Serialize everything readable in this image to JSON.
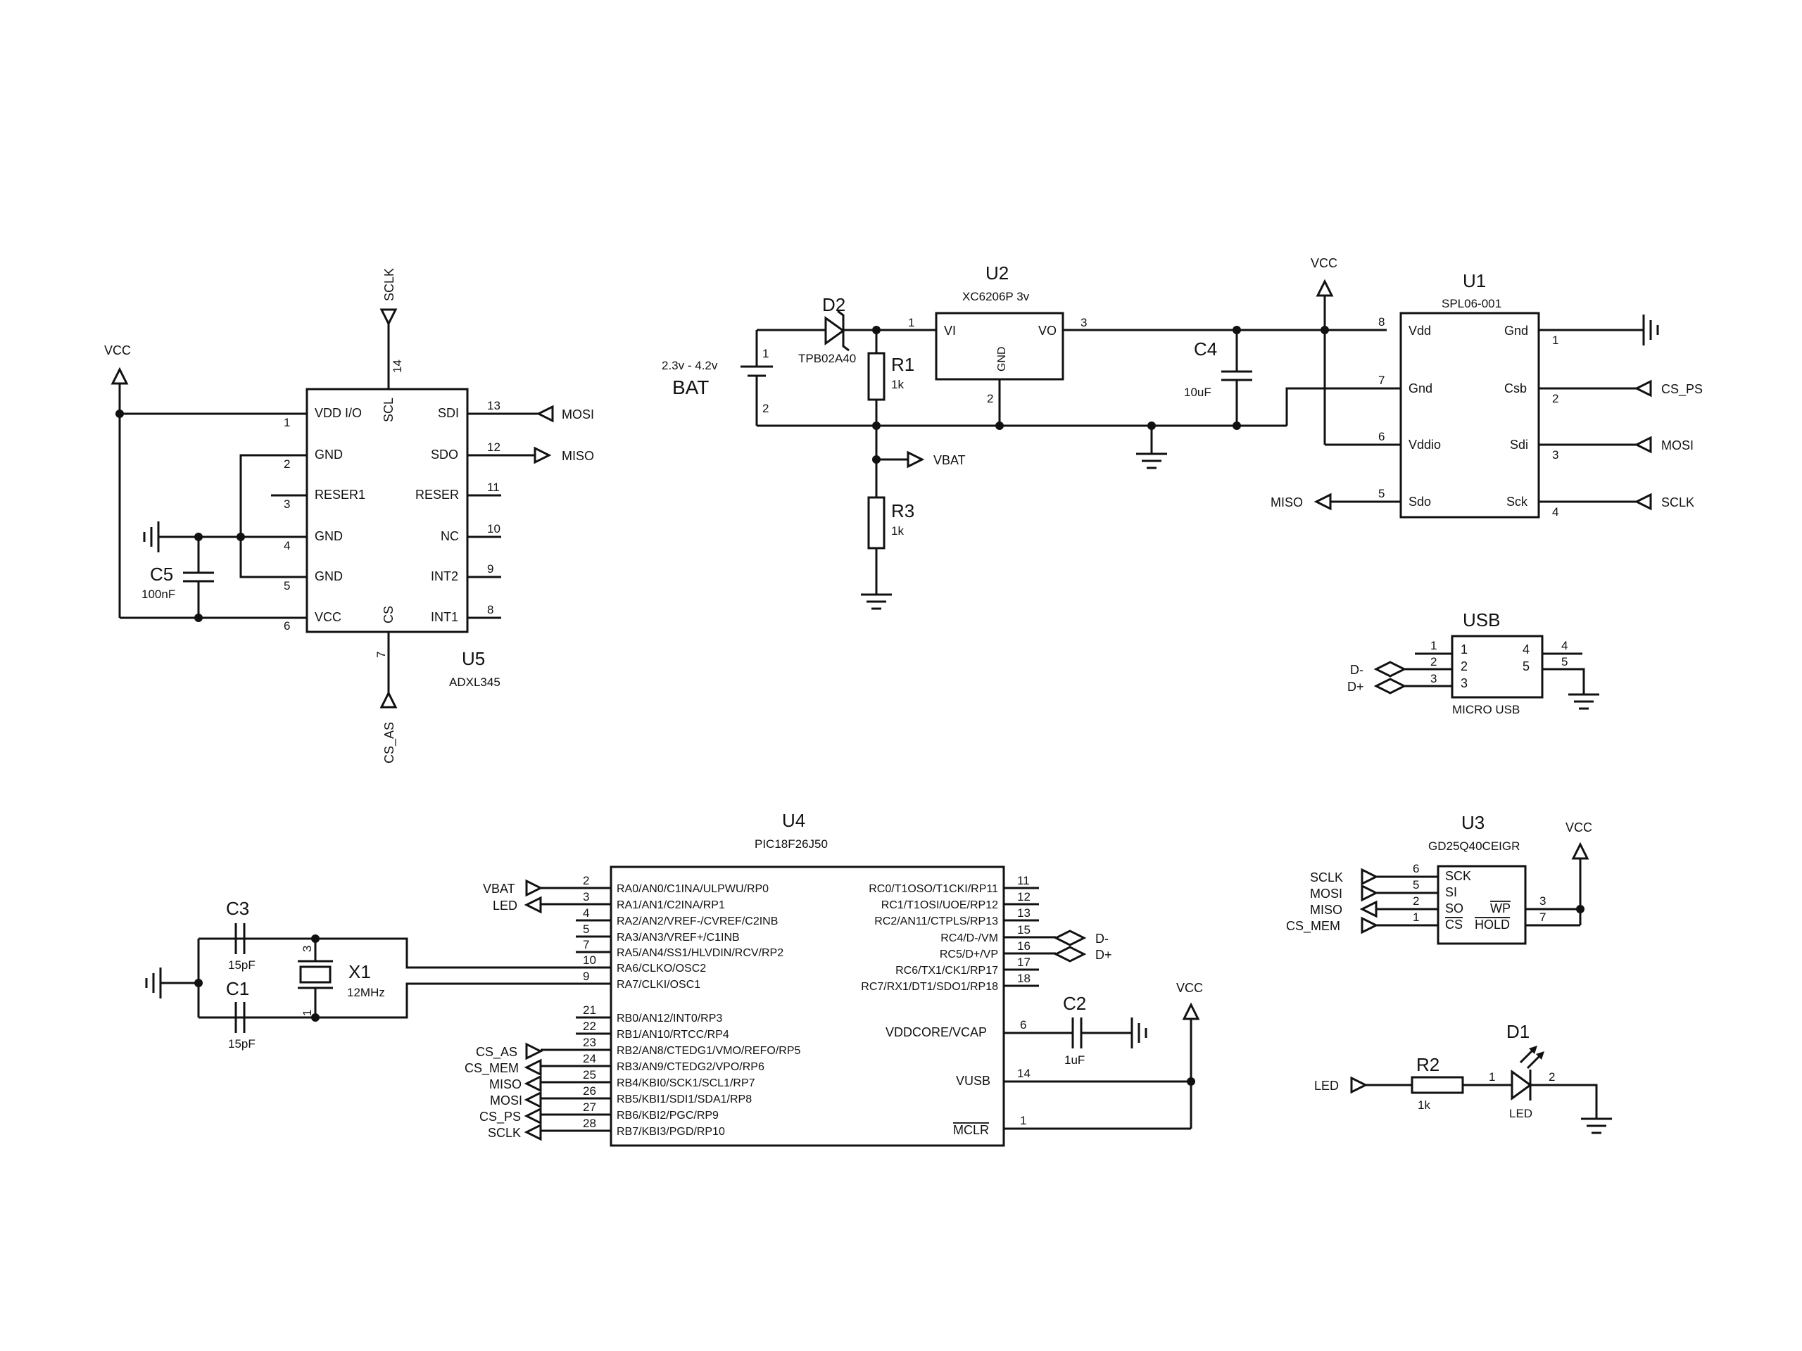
{
  "u2": {
    "ref": "U2",
    "part": "XC6206P 3v",
    "vi": "VI",
    "vo": "VO",
    "gnd": "GND"
  },
  "u1": {
    "ref": "U1",
    "part": "SPL06-001",
    "vdd": "Vdd",
    "gnd_l": "Gnd",
    "vddio": "Vddio",
    "sdo": "Sdo",
    "gnd_r": "Gnd",
    "csb": "Csb",
    "sdi": "Sdi",
    "sck": "Sck"
  },
  "u5": {
    "ref": "U5",
    "part": "ADXL345",
    "vddio": "VDD I/O",
    "gnd": "GND",
    "reser1": "RESER1",
    "vcc": "VCC",
    "scl": "SCL",
    "cs": "CS",
    "sdi": "SDI",
    "sdo": "SDO",
    "reser": "RESER",
    "nc": "NC",
    "int2": "INT2",
    "int1": "INT1"
  },
  "u4": {
    "ref": "U4",
    "part": "PIC18F26J50",
    "left_pins": [
      {
        "num": "2",
        "name": "RA0/AN0/C1INA/ULPWU/RP0"
      },
      {
        "num": "3",
        "name": "RA1/AN1/C2INA/RP1"
      },
      {
        "num": "4",
        "name": "RA2/AN2/VREF-/CVREF/C2INB"
      },
      {
        "num": "5",
        "name": "RA3/AN3/VREF+/C1INB"
      },
      {
        "num": "7",
        "name": "RA5/AN4/SS1/HLVDIN/RCV/RP2"
      },
      {
        "num": "10",
        "name": "RA6/CLKO/OSC2"
      },
      {
        "num": "9",
        "name": "RA7/CLKI/OSC1"
      },
      {
        "num": "21",
        "name": "RB0/AN12/INT0/RP3"
      },
      {
        "num": "22",
        "name": "RB1/AN10/RTCC/RP4"
      },
      {
        "num": "23",
        "name": "RB2/AN8/CTEDG1/VMO/REFO/RP5"
      },
      {
        "num": "24",
        "name": "RB3/AN9/CTEDG2/VPO/RP6"
      },
      {
        "num": "25",
        "name": "RB4/KBI0/SCK1/SCL1/RP7"
      },
      {
        "num": "26",
        "name": "RB5/KBI1/SDI1/SDA1/RP8"
      },
      {
        "num": "27",
        "name": "RB6/KBI2/PGC/RP9"
      },
      {
        "num": "28",
        "name": "RB7/KBI3/PGD/RP10"
      }
    ],
    "right_pins": [
      {
        "num": "11",
        "name": "RC0/T1OSO/T1CKI/RP11"
      },
      {
        "num": "12",
        "name": "RC1/T1OSI/UOE/RP12"
      },
      {
        "num": "13",
        "name": "RC2/AN11/CTPLS/RP13"
      },
      {
        "num": "15",
        "name": "RC4/D-/VM"
      },
      {
        "num": "16",
        "name": "RC5/D+/VP"
      },
      {
        "num": "17",
        "name": "RC6/TX1/CK1/RP17"
      },
      {
        "num": "18",
        "name": "RC7/RX1/DT1/SDO1/RP18"
      }
    ],
    "vddcore": "VDDCORE/VCAP",
    "vusb": "VUSB",
    "mclr": "MCLR"
  },
  "u3": {
    "ref": "U3",
    "part": "GD25Q40CEIGR",
    "sck": "SCK",
    "si": "SI",
    "so": "SO",
    "cs": "CS",
    "wp": "WP",
    "hold": "HOLD"
  },
  "usb": {
    "ref": "USB",
    "part": "MICRO USB"
  },
  "d1": {
    "ref": "D1",
    "part": "LED"
  },
  "d2": {
    "ref": "D2",
    "part": "TPB02A40"
  },
  "r1": {
    "ref": "R1",
    "value": "1k"
  },
  "r2": {
    "ref": "R2",
    "value": "1k"
  },
  "r3": {
    "ref": "R3",
    "value": "1k"
  },
  "c1": {
    "ref": "C1",
    "value": "15pF"
  },
  "c2": {
    "ref": "C2",
    "value": "1uF"
  },
  "c3": {
    "ref": "C3",
    "value": "15pF"
  },
  "c4": {
    "ref": "C4",
    "value": "10uF"
  },
  "c5": {
    "ref": "C5",
    "value": "100nF"
  },
  "x1": {
    "ref": "X1",
    "value": "12MHz"
  },
  "bat": {
    "ref": "BAT",
    "value": "2.3v - 4.2v"
  },
  "nets": {
    "vcc": "VCC",
    "vbat": "VBAT",
    "mosi": "MOSI",
    "miso": "MISO",
    "sclk": "SCLK",
    "cs_ps": "CS_PS",
    "cs_as": "CS_AS",
    "cs_mem": "CS_MEM",
    "led": "LED",
    "d_minus": "D-",
    "d_plus": "D+"
  }
}
